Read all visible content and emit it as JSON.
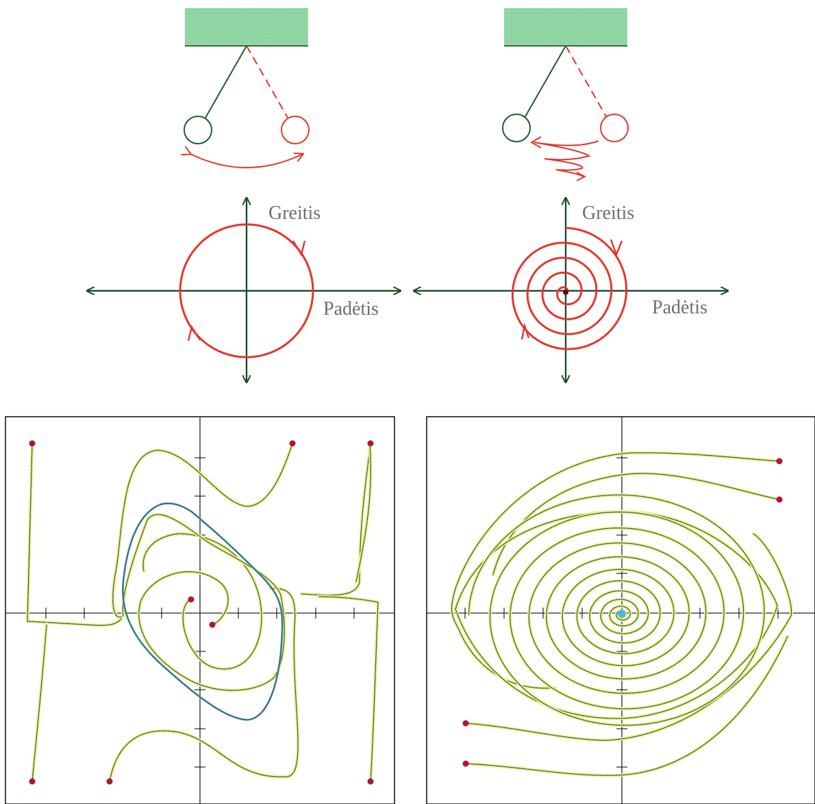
{
  "diagrams": [
    {
      "id": "pendulum-ideal",
      "vertical_axis_label": "Greitis",
      "horizontal_axis_label": "Padėtis"
    },
    {
      "id": "pendulum-damped",
      "vertical_axis_label": "Greitis",
      "horizontal_axis_label": "Padėtis"
    }
  ],
  "colors": {
    "support": "#8fd6a4",
    "support_edge": "#2d6a3e",
    "pendulum_line": "#1f5a2c",
    "trajectory_red": "#e3362c",
    "axis_green": "#174d26",
    "trajectory_glow": "#e9f59a",
    "limit_cycle": "#5fb3d6",
    "start_point": "#b3123a",
    "attractor_point": "#4db8df"
  }
}
